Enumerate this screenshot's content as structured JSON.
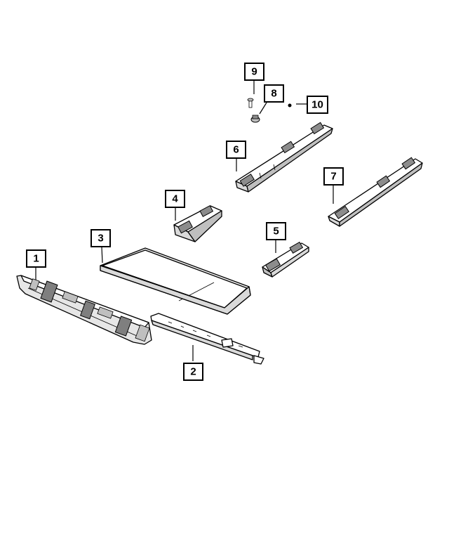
{
  "diagram": {
    "callouts": [
      {
        "id": "1",
        "label": "1"
      },
      {
        "id": "2",
        "label": "2"
      },
      {
        "id": "3",
        "label": "3"
      },
      {
        "id": "4",
        "label": "4"
      },
      {
        "id": "5",
        "label": "5"
      },
      {
        "id": "6",
        "label": "6"
      },
      {
        "id": "7",
        "label": "7"
      },
      {
        "id": "8",
        "label": "8"
      },
      {
        "id": "9",
        "label": "9"
      },
      {
        "id": "10",
        "label": "10"
      }
    ],
    "colors": {
      "line": "#000000",
      "part_fill": "#ffffff",
      "part_shade": "#d9d9d9",
      "part_dark": "#8c8c8c"
    }
  }
}
